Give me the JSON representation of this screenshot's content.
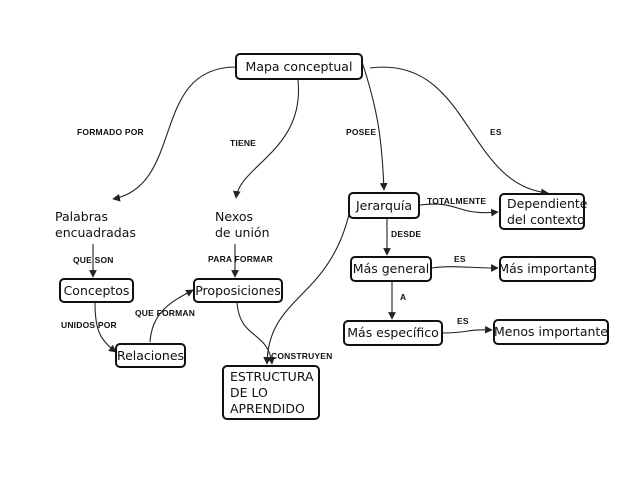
{
  "nodes": {
    "mapa": "Mapa conceptual",
    "palabras": [
      "Palabras",
      "encuadradas"
    ],
    "nexos": [
      "Nexos",
      "de unión"
    ],
    "jerarquia": "Jerarquía",
    "dependiente": [
      "Dependiente",
      "del contexto"
    ],
    "conceptos": "Conceptos",
    "proposiciones": "Proposiciones",
    "mas_general": "Más general",
    "mas_importante": "Más importante",
    "mas_especifico": "Más específico",
    "menos_importante": "Menos importante",
    "relaciones": "Relaciones",
    "estructura": [
      "ESTRUCTURA",
      "DE LO",
      "APRENDIDO"
    ]
  },
  "links": {
    "formado_por": "FORMADO  POR",
    "tiene": "TIENE",
    "posee": "POSEE",
    "es_top": "ES",
    "totalmente": "TOTALMENTE",
    "desde": "DESDE",
    "es_general": "ES",
    "que_son": "QUE  SON",
    "para_formar": "PARA   FORMAR",
    "a": "A",
    "es_especifico": "ES",
    "que_forman": "QUE    FORMAN",
    "unidos_por": "UNIDOS  POR",
    "construyen": "CONSTRUYEN"
  }
}
